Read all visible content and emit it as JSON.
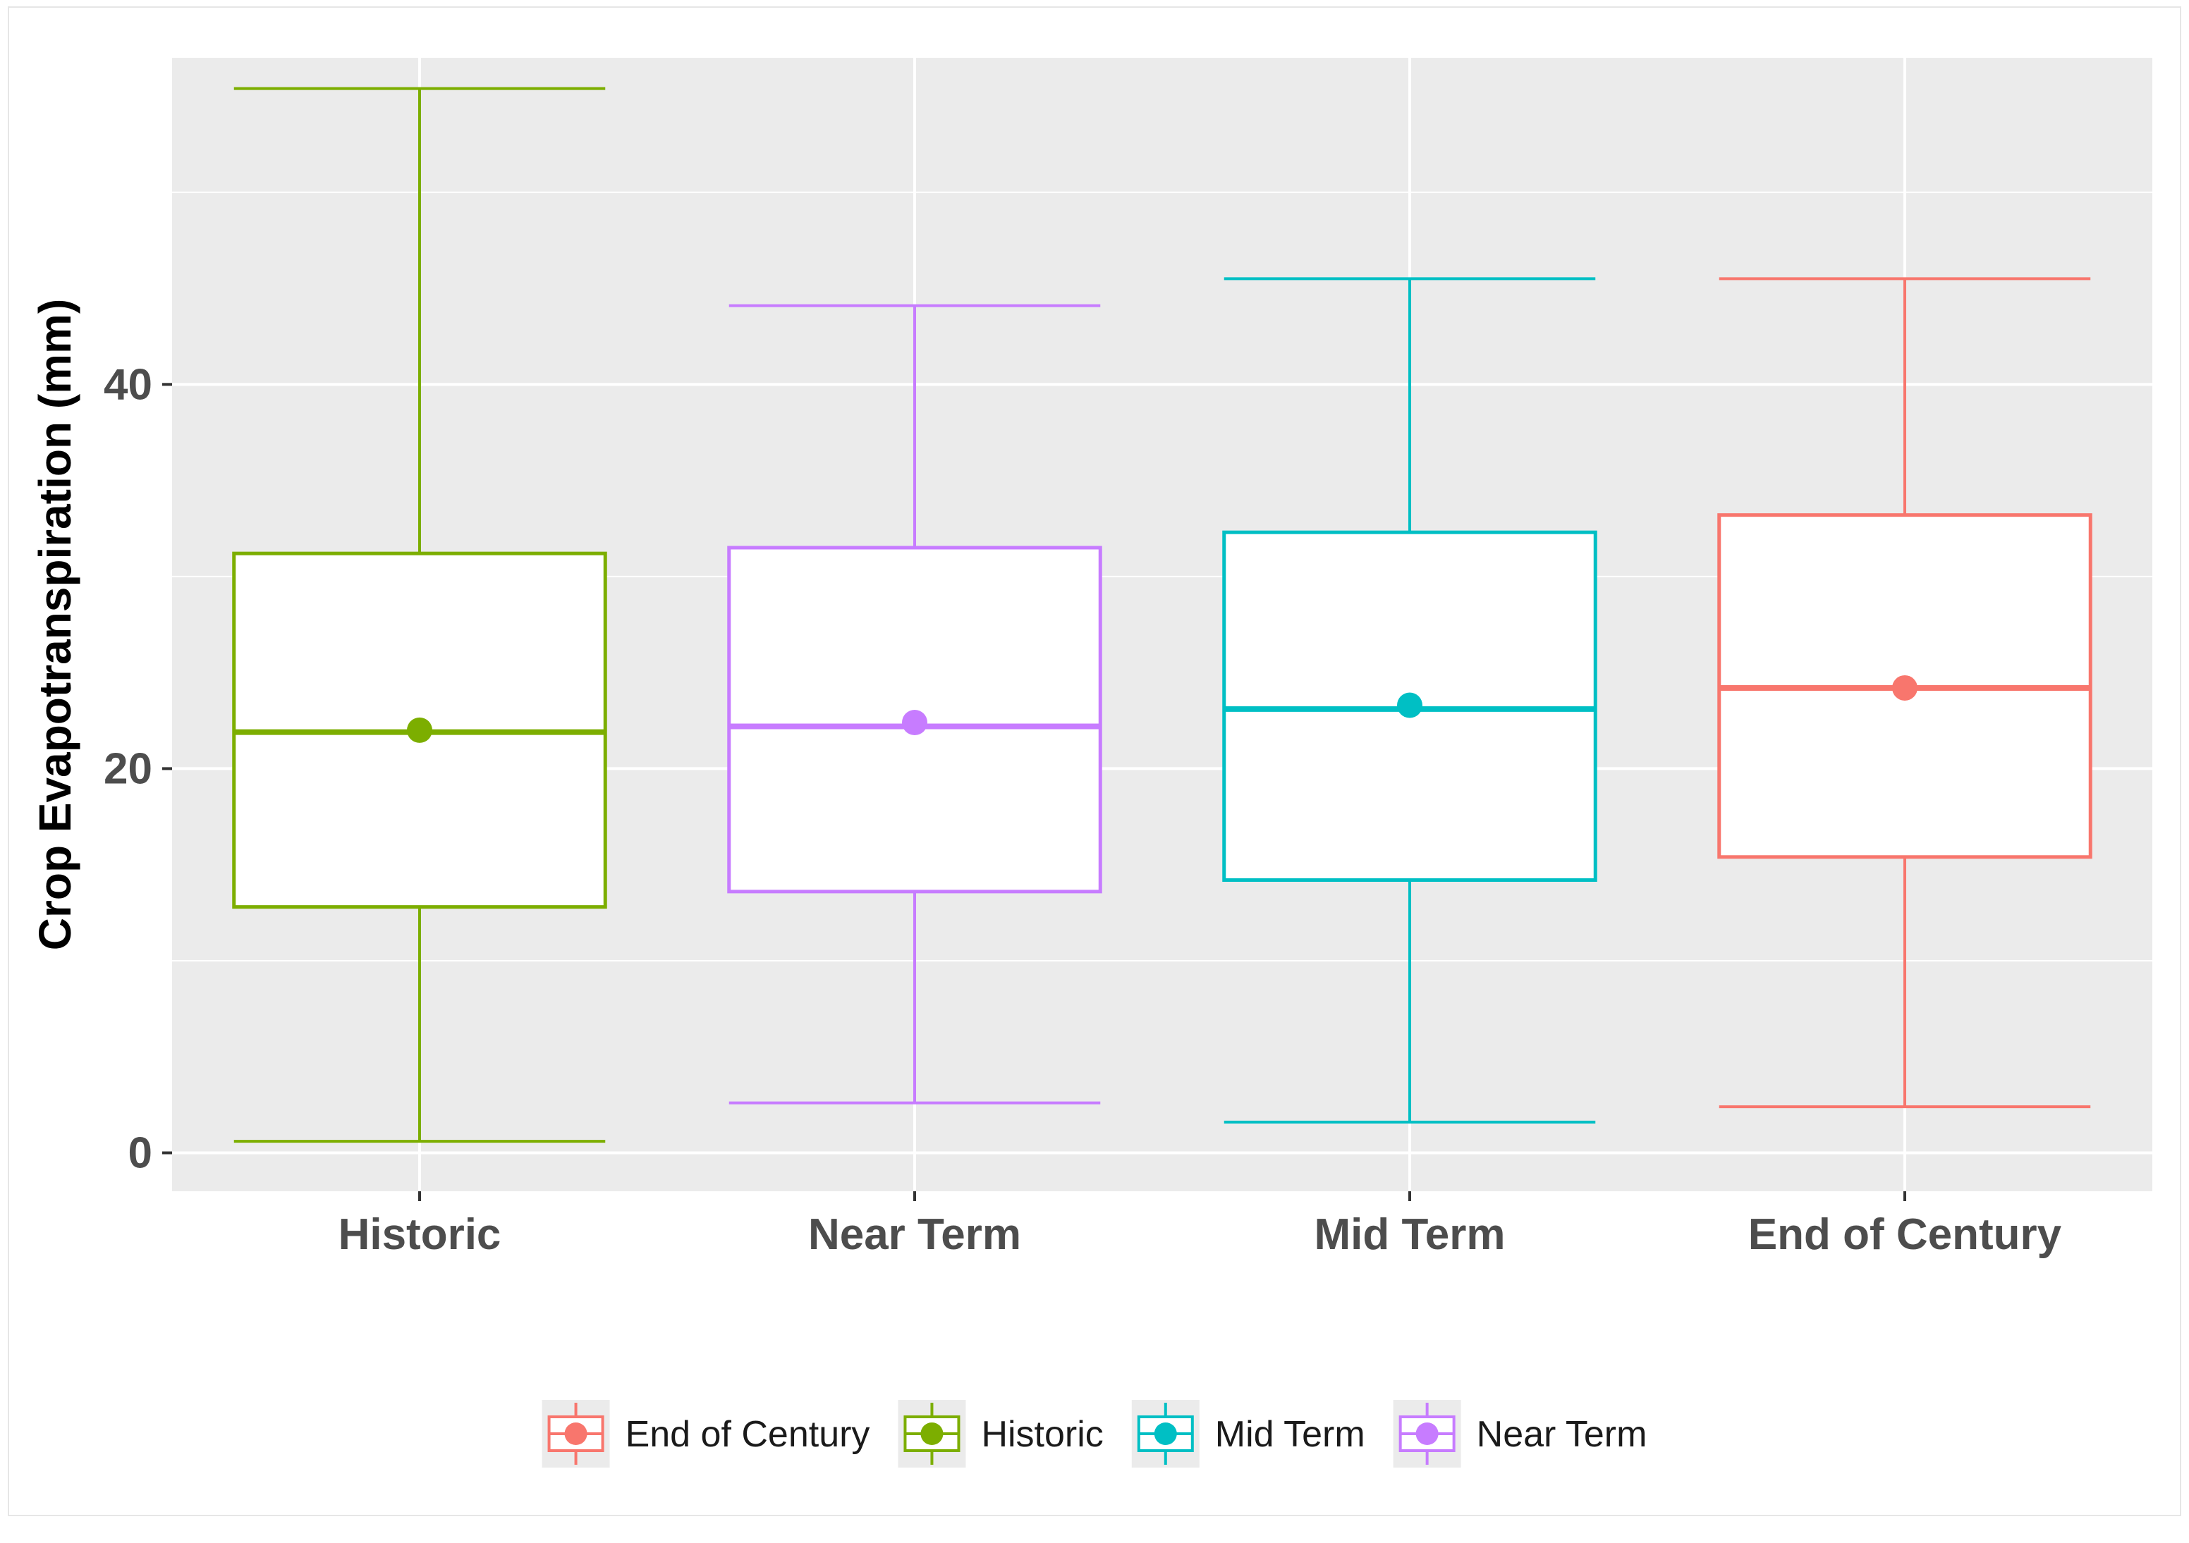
{
  "chart_data": {
    "type": "box",
    "title": "",
    "xlabel": "",
    "ylabel": "Crop Evapotranspiration (mm)",
    "ylim": [
      -2,
      57
    ],
    "yticks": [
      0,
      20,
      40
    ],
    "grid": true,
    "legend_position": "bottom",
    "categories": [
      "Historic",
      "Near Term",
      "Mid Term",
      "End of Century"
    ],
    "series": [
      {
        "category": "Historic",
        "color": "#7CAE00",
        "min": 0.6,
        "q1": 12.8,
        "median": 21.9,
        "q3": 31.2,
        "max": 55.4,
        "mean": 22.0
      },
      {
        "category": "Near Term",
        "color": "#C77CFF",
        "min": 2.6,
        "q1": 13.6,
        "median": 22.2,
        "q3": 31.5,
        "max": 44.1,
        "mean": 22.4
      },
      {
        "category": "Mid Term",
        "color": "#00BFC4",
        "min": 1.6,
        "q1": 14.2,
        "median": 23.1,
        "q3": 32.3,
        "max": 45.5,
        "mean": 23.3
      },
      {
        "category": "End of Century",
        "color": "#F8766D",
        "min": 2.4,
        "q1": 15.4,
        "median": 24.2,
        "q3": 33.2,
        "max": 45.5,
        "mean": 24.2
      }
    ],
    "legend": [
      {
        "label": "End of Century",
        "color": "#F8766D"
      },
      {
        "label": "Historic",
        "color": "#7CAE00"
      },
      {
        "label": "Mid Term",
        "color": "#00BFC4"
      },
      {
        "label": "Near Term",
        "color": "#C77CFF"
      }
    ]
  }
}
